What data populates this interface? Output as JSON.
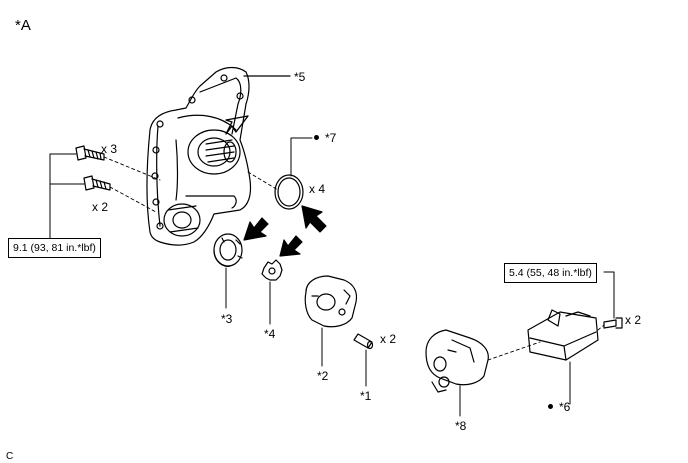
{
  "view_label": "*A",
  "corner_code": "C",
  "torque_specs": [
    "9.1 (93, 81 in.*lbf)",
    "5.4 (55, 48 in.*lbf)"
  ],
  "callouts": {
    "c1": "*1",
    "c2": "*2",
    "c3": "*3",
    "c4": "*4",
    "c5": "*5",
    "c6": "*6",
    "c7": "*7",
    "c8": "*8"
  },
  "quantities": {
    "bolt_upper": "x 3",
    "bolt_lower": "x 2",
    "o_ring": "x 4",
    "pin": "x 2",
    "screw": "x 2"
  }
}
